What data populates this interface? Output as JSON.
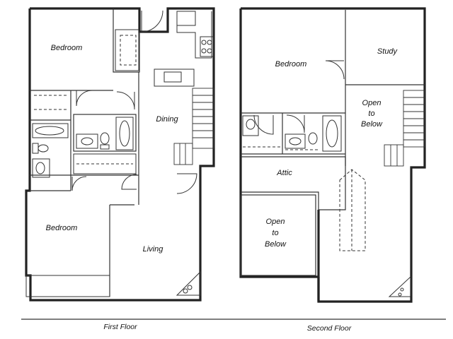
{
  "floors": [
    {
      "caption": "First Floor",
      "rooms": [
        "Bedroom",
        "Dining",
        "Bedroom",
        "Living"
      ]
    },
    {
      "caption": "Second Floor",
      "rooms": [
        "Bedroom",
        "Study",
        "Attic"
      ],
      "open_to_below": [
        [
          "Open",
          "to",
          "Below"
        ],
        [
          "Open",
          "to",
          "Below"
        ]
      ]
    }
  ]
}
